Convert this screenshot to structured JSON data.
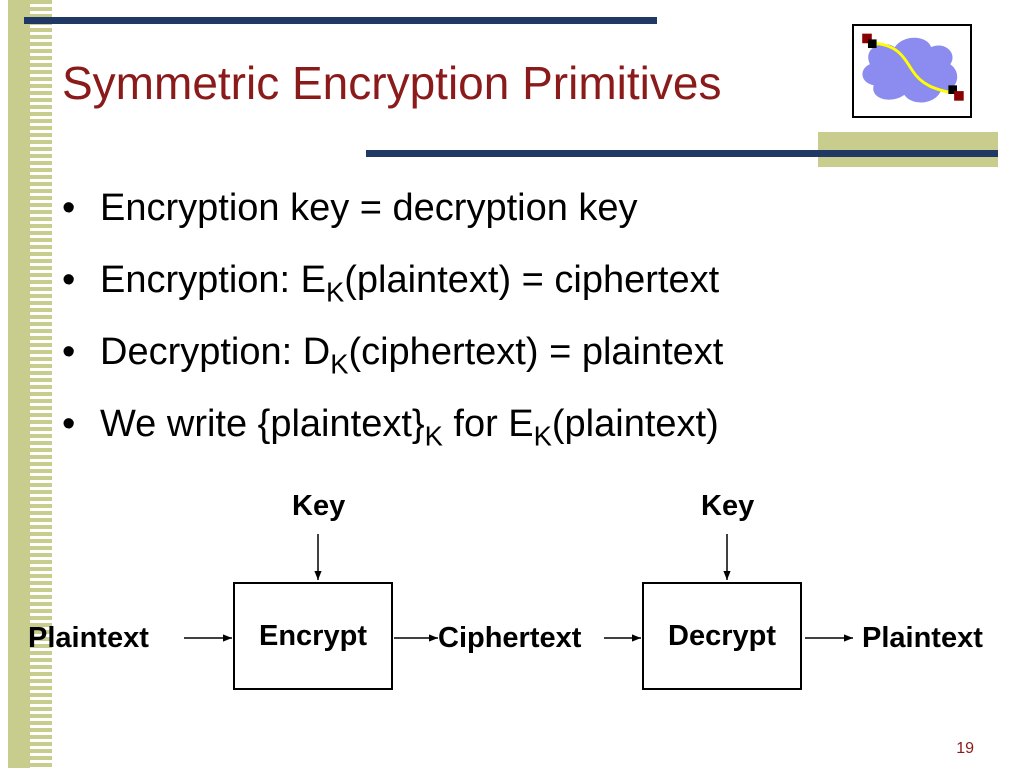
{
  "slide": {
    "title": "Symmetric Encryption Primitives",
    "page_number": "19",
    "colors": {
      "title": "#8b1a1a",
      "bar": "#1f3864",
      "accent": "#c8cc8c",
      "logo_cloud": "#8c8cf0",
      "logo_path": "#ffff00",
      "logo_node": "#8b0000"
    },
    "logo_icon": "network-cloud-icon"
  },
  "bullets": [
    {
      "bullet": "•",
      "parts": [
        {
          "t": "Encryption key = decryption key"
        }
      ]
    },
    {
      "bullet": "•",
      "parts": [
        {
          "t": "Encryption: E"
        },
        {
          "sub": "K"
        },
        {
          "t": "(plaintext) = ciphertext"
        }
      ]
    },
    {
      "bullet": "•",
      "parts": [
        {
          "t": "Decryption: D"
        },
        {
          "sub": "K"
        },
        {
          "t": "(ciphertext) = plaintext"
        }
      ]
    },
    {
      "bullet": "•",
      "parts": [
        {
          "t": "We write {plaintext}"
        },
        {
          "sub": "K"
        },
        {
          "t": " for E"
        },
        {
          "sub": "K"
        },
        {
          "t": "(plaintext)"
        }
      ]
    }
  ],
  "diagram": {
    "key_left": "Key",
    "key_right": "Key",
    "plaintext_in": "Plaintext",
    "encrypt": "Encrypt",
    "ciphertext": "Ciphertext",
    "decrypt": "Decrypt",
    "plaintext_out": "Plaintext"
  }
}
